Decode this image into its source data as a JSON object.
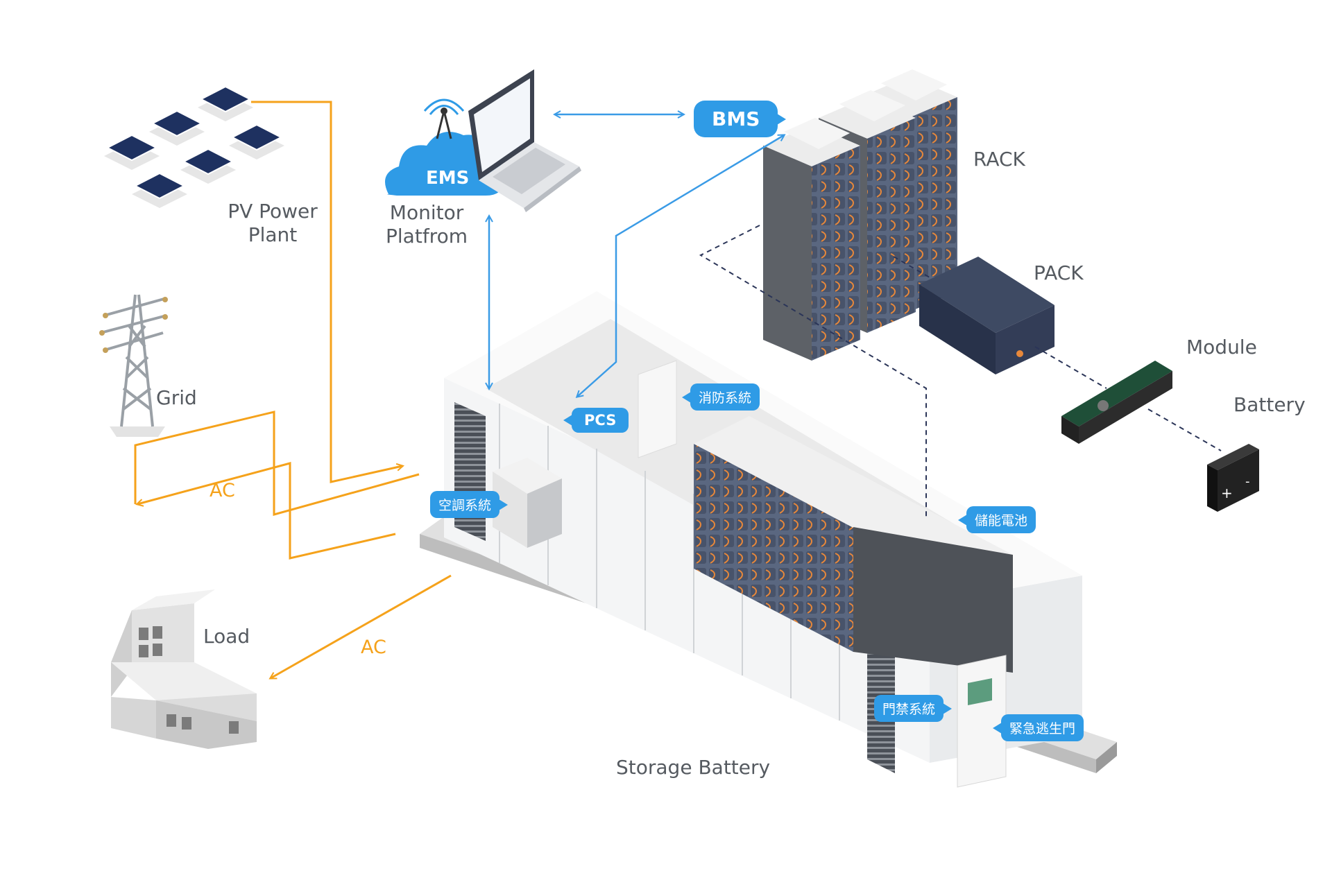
{
  "labels": {
    "pv": "PV Power\nPlant",
    "monitor": "Monitor\nPlatfrom",
    "grid": "Grid",
    "load": "Load",
    "rack": "RACK",
    "pack": "PACK",
    "module": "Module",
    "battery": "Battery",
    "storage": "Storage Battery",
    "ac_top": "AC",
    "ac_bottom": "AC"
  },
  "bubbles": {
    "ems": "EMS",
    "bms": "BMS",
    "pcs": "PCS",
    "fire": "消防系統",
    "hvac": "空調系統",
    "battery_storage": "儲能電池",
    "access": "門禁系統",
    "exit": "緊急逃生門"
  },
  "colors": {
    "ac_line": "#f5a21b",
    "data_line": "#3a9be6",
    "bubble": "#2f9be6",
    "dashed": "#2b3558",
    "text": "#555a60"
  }
}
